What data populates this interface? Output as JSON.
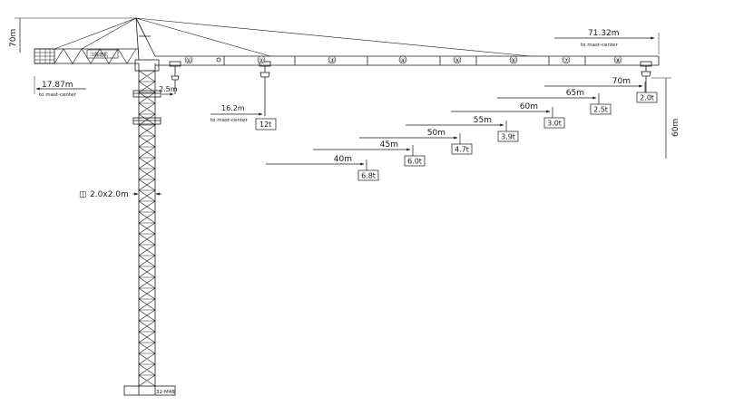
{
  "dimensions": {
    "height": "70m",
    "jib_radius": "71.32m",
    "jib_radius_note": "to mast-center",
    "counter_jib": "17.87m",
    "counter_jib_note": "to mast-center",
    "min_radius": "2.5m",
    "max_load_radius": "16.2m",
    "max_load_radius_note": "to mast-center",
    "hook_height": "60m",
    "mast_section": "2.0x2.0m",
    "mast_section_symbol": "◫",
    "base_label": "32-M48",
    "cab_label": "江麓建机"
  },
  "jib_sections": [
    "①",
    "②",
    "③",
    "④",
    "⑤",
    "⑥",
    "⑦",
    "⑧"
  ],
  "max_load": "12t",
  "load_chart": [
    {
      "radius": "40m",
      "load": "6.8t"
    },
    {
      "radius": "45m",
      "load": "6.0t"
    },
    {
      "radius": "50m",
      "load": "4.7t"
    },
    {
      "radius": "55m",
      "load": "3.9t"
    },
    {
      "radius": "60m",
      "load": "3.0t"
    },
    {
      "radius": "65m",
      "load": "2.5t"
    },
    {
      "radius": "70m",
      "load": "2.0t"
    }
  ],
  "colors": {
    "line": "#1a1a1a",
    "background": "#ffffff"
  }
}
